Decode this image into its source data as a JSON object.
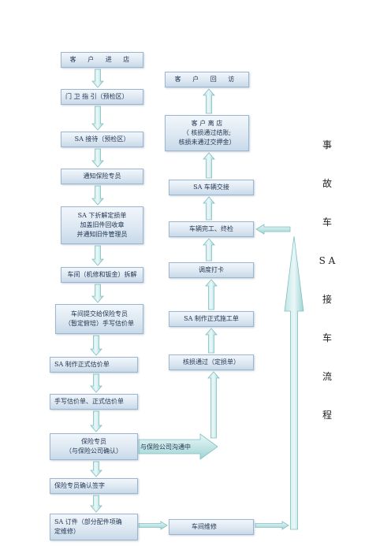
{
  "left_column": [
    {
      "id": "customer-arrive",
      "lines": [
        "客 户 进 店"
      ]
    },
    {
      "id": "gate-guide",
      "lines": [
        "门 卫 指 引（预检区）"
      ]
    },
    {
      "id": "sa-reception",
      "lines": [
        "SA 接待（预检区）"
      ]
    },
    {
      "id": "notify-insurance",
      "lines": [
        "通知保险专员"
      ]
    },
    {
      "id": "sa-damage-sheet",
      "lines": [
        "SA 下折解定损单",
        "加盖旧件回收章",
        "并通知旧件管理员"
      ]
    },
    {
      "id": "workshop-disassembly",
      "lines": [
        "车间（机修和钣金）拆解"
      ]
    },
    {
      "id": "workshop-submit",
      "lines": [
        "车间提交给保险专员",
        "（暂定俯培）手写估价单"
      ]
    },
    {
      "id": "sa-formal-estimate",
      "lines": [
        "SA 制作正式估价单"
      ]
    },
    {
      "id": "handwritten-formal",
      "lines": [
        "手写估价单、正式估价单"
      ]
    },
    {
      "id": "insurance-confirm",
      "lines": [
        "保险专员",
        "（与保险公司确认）"
      ]
    },
    {
      "id": "insurance-sign",
      "lines": [
        "保险专员确认签字"
      ]
    },
    {
      "id": "sa-order-parts",
      "lines": [
        "SA 订件（部分配件项确",
        "定维修）"
      ]
    }
  ],
  "right_column": [
    {
      "id": "customer-callback",
      "lines": [
        "客 户 回 访"
      ]
    },
    {
      "id": "customer-leave",
      "lines": [
        "客  户  离  店",
        "（ 核损通过结账;",
        "核损未通过交押金）"
      ]
    },
    {
      "id": "sa-vehicle-handover",
      "lines": [
        "SA 车辆交接"
      ]
    },
    {
      "id": "vehicle-complete",
      "lines": [
        "车辆完工、终检"
      ]
    },
    {
      "id": "dispatch-clock",
      "lines": [
        "调度打卡"
      ]
    },
    {
      "id": "sa-work-order",
      "lines": [
        "SA 制作正式施工单"
      ]
    },
    {
      "id": "damage-approved",
      "lines": [
        "核损通过（定损单）"
      ]
    }
  ],
  "bottom_box": {
    "id": "workshop-repair",
    "lines": [
      "车间维修"
    ]
  },
  "callout_label": "与保险公司沟通中",
  "side_title": [
    "事",
    "故",
    "车",
    "S A",
    "接",
    "车",
    "流",
    "程"
  ],
  "colors": {
    "box_top": "#f1f6fb",
    "box_bottom": "#c8d9e9",
    "box_border": "#9db6cf",
    "arrow_light": "#e4f4f4",
    "arrow_dark": "#9fd3d3",
    "arrow_edge": "#7fc0c2",
    "text": "#1f3350"
  }
}
